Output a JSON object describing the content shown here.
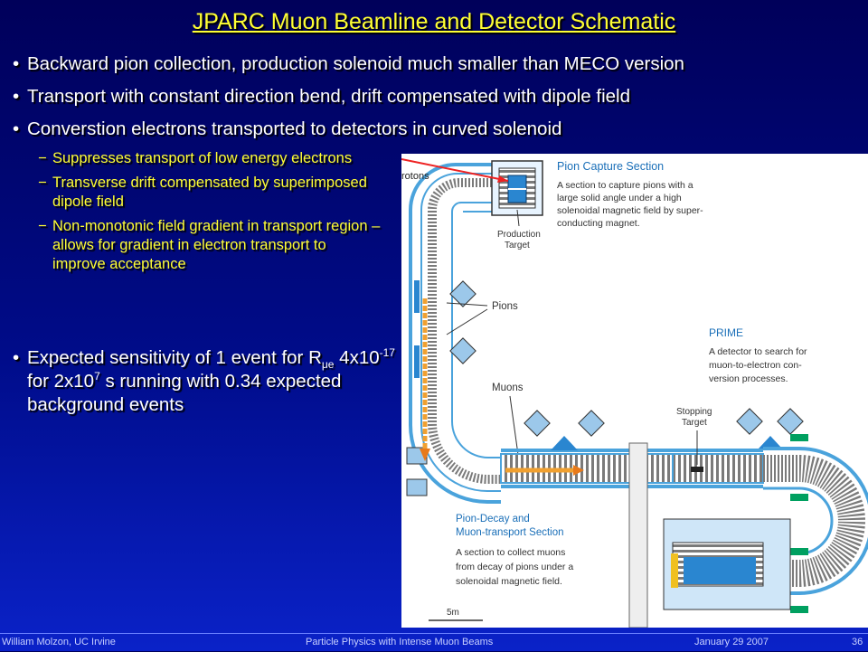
{
  "title": "JPARC Muon Beamline and Detector Schematic",
  "bullets": [
    "Backward pion collection, production solenoid much smaller than MECO version",
    "Transport with constant direction bend, drift compensated with dipole field",
    "Converstion electrons transported to detectors in curved solenoid"
  ],
  "sub_bullets": [
    "Suppresses transport of low energy electrons",
    "Transverse drift compensated by superimposed dipole field",
    "Non-monotonic field gradient in transport region – allows for gradient in electron transport to improve acceptance"
  ],
  "bullet4": {
    "pre": "Expected sensitivity of 1 event for R",
    "sub": "μe",
    "mid1": " 4x10",
    "sup1": "-17",
    "mid2": " for 2x10",
    "sup2": "7",
    "post": " s running with 0.34 expected background events"
  },
  "diagram": {
    "protons": "rotons",
    "pion_capture_title": "Pion Capture Section",
    "pion_capture_desc": [
      "A section to capture pions with a",
      "large solid angle under a high",
      "solenoidal magnetic field by super-",
      "conducting magnet."
    ],
    "production_target": [
      "Production",
      "Target"
    ],
    "pions": "Pions",
    "muons": "Muons",
    "prime_title": "PRIME",
    "prime_desc": [
      "A detector to search for",
      "muon-to-electron  con-",
      "version processes."
    ],
    "stopping_target": [
      "Stopping",
      "Target"
    ],
    "decay_title": [
      "Pion-Decay and",
      "Muon-transport Section"
    ],
    "decay_desc": [
      "A section to collect muons",
      "from decay of pions under a",
      "solenoidal magnetic field."
    ],
    "scale": "5m"
  },
  "colors": {
    "title": "#ffff33",
    "sub_text": "#ffff33",
    "label_blue": "#1a6fb8",
    "tube": "#4aa3dc"
  },
  "footer": {
    "author": "William Molzon, UC Irvine",
    "talk": "Particle Physics with Intense Muon Beams",
    "date": "January 29 2007",
    "page": "36"
  }
}
